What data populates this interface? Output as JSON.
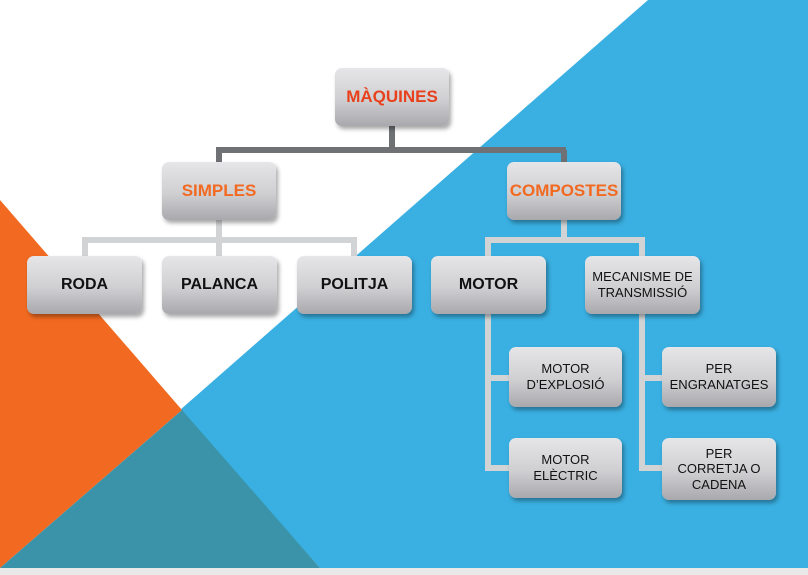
{
  "colors": {
    "orange": "#f26a21",
    "blue": "#3ab0e2",
    "dark_teal": "#3a93a8",
    "connector_dark": "#6f7174",
    "connector_light": "#d2d3d5",
    "top_text": "#e8401c"
  },
  "nodes": {
    "root": "MÀQUINES",
    "simples": "SIMPLES",
    "compostes": "COMPOSTES",
    "roda": "RODA",
    "palanca": "PALANCA",
    "politja": "POLITJA",
    "motor": "MOTOR",
    "mecanisme": "MECANISME DE\nTRANSMISSIÓ",
    "motor_explosio": "MOTOR\nD’EXPLOSIÓ",
    "motor_electric": "MOTOR\nELÈCTRIC",
    "per_engranatges": "PER\nENGRANATGES",
    "per_corretja": "PER\nCORRETJA O\nCADENA"
  }
}
